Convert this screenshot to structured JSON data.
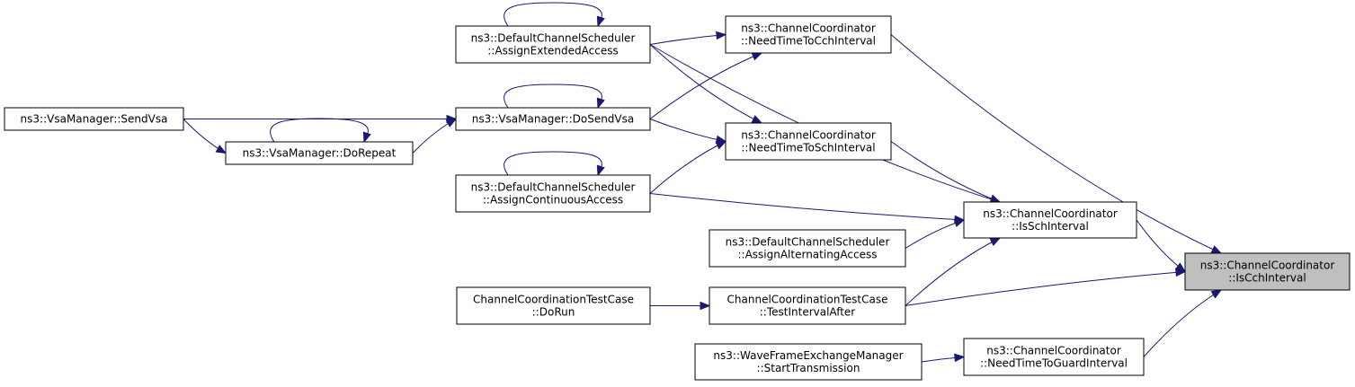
{
  "colors": {
    "edge": "#191970",
    "node_fill": "#ffffff",
    "highlight_fill": "#bfbfbf",
    "border": "#000000"
  },
  "nodes": {
    "is_cch_interval": {
      "lines": [
        "ns3::ChannelCoordinator",
        "::IsCchInterval"
      ],
      "highlighted": true
    },
    "is_sch_interval": {
      "lines": [
        "ns3::ChannelCoordinator",
        "::IsSchInterval"
      ]
    },
    "need_time_to_cch": {
      "lines": [
        "ns3::ChannelCoordinator",
        "::NeedTimeToCchInterval"
      ]
    },
    "need_time_to_sch": {
      "lines": [
        "ns3::ChannelCoordinator",
        "::NeedTimeToSchInterval"
      ]
    },
    "need_time_to_guard": {
      "lines": [
        "ns3::ChannelCoordinator",
        "::NeedTimeToGuardInterval"
      ]
    },
    "assign_extended": {
      "lines": [
        "ns3::DefaultChannelScheduler",
        "::AssignExtendedAccess"
      ]
    },
    "do_send_vsa": {
      "lines": [
        "ns3::VsaManager::DoSendVsa"
      ]
    },
    "send_vsa": {
      "lines": [
        "ns3::VsaManager::SendVsa"
      ]
    },
    "do_repeat": {
      "lines": [
        "ns3::VsaManager::DoRepeat"
      ]
    },
    "assign_continuous": {
      "lines": [
        "ns3::DefaultChannelScheduler",
        "::AssignContinuousAccess"
      ]
    },
    "assign_alternating": {
      "lines": [
        "ns3::DefaultChannelScheduler",
        "::AssignAlternatingAccess"
      ]
    },
    "test_interval_after": {
      "lines": [
        "ChannelCoordinationTestCase",
        "::TestIntervalAfter"
      ]
    },
    "do_run": {
      "lines": [
        "ChannelCoordinationTestCase",
        "::DoRun"
      ]
    },
    "start_transmission": {
      "lines": [
        "ns3::WaveFrameExchangeManager",
        "::StartTransmission"
      ]
    }
  },
  "edges": [
    {
      "from": "is_sch_interval",
      "to": "is_cch_interval"
    },
    {
      "from": "need_time_to_cch",
      "to": "is_cch_interval"
    },
    {
      "from": "test_interval_after",
      "to": "is_cch_interval"
    },
    {
      "from": "need_time_to_guard",
      "to": "is_cch_interval"
    },
    {
      "from": "assign_extended",
      "to": "need_time_to_cch"
    },
    {
      "from": "do_send_vsa",
      "to": "need_time_to_cch"
    },
    {
      "from": "assign_extended",
      "to": "is_sch_interval"
    },
    {
      "from": "need_time_to_sch",
      "to": "is_sch_interval"
    },
    {
      "from": "assign_continuous",
      "to": "is_sch_interval"
    },
    {
      "from": "assign_alternating",
      "to": "is_sch_interval"
    },
    {
      "from": "test_interval_after",
      "to": "is_sch_interval"
    },
    {
      "from": "assign_extended",
      "to": "need_time_to_sch"
    },
    {
      "from": "do_send_vsa",
      "to": "need_time_to_sch"
    },
    {
      "from": "assign_continuous",
      "to": "need_time_to_sch"
    },
    {
      "from": "send_vsa",
      "to": "do_send_vsa"
    },
    {
      "from": "do_repeat",
      "to": "do_send_vsa"
    },
    {
      "from": "send_vsa",
      "to": "do_repeat"
    },
    {
      "from": "do_run",
      "to": "test_interval_after"
    },
    {
      "from": "start_transmission",
      "to": "need_time_to_guard"
    },
    {
      "from": "assign_extended",
      "to": "assign_extended"
    },
    {
      "from": "do_send_vsa",
      "to": "do_send_vsa"
    },
    {
      "from": "do_repeat",
      "to": "do_repeat"
    },
    {
      "from": "assign_continuous",
      "to": "assign_continuous"
    }
  ]
}
